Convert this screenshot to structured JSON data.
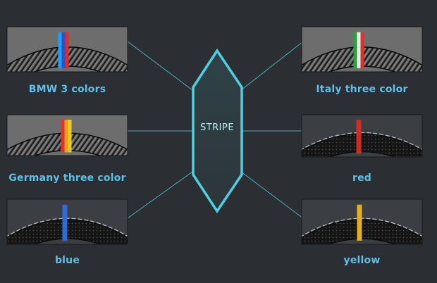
{
  "hub": {
    "label": "STRIPE"
  },
  "options": [
    {
      "id": "bmw",
      "label": "BMW 3 colors",
      "stripe_colors": [
        "#1fa3ff",
        "#2255d8",
        "#e62a25"
      ],
      "wheel_style": "carbon-weave"
    },
    {
      "id": "italy",
      "label": "Italy three color",
      "stripe_colors": [
        "#26a83b",
        "#f2f2f2",
        "#e23128"
      ],
      "wheel_style": "carbon-weave"
    },
    {
      "id": "germany",
      "label": "Germany three color",
      "stripe_colors": [
        "#e6332a",
        "#f0a21c",
        "#f6d21c"
      ],
      "wheel_style": "carbon-weave"
    },
    {
      "id": "red",
      "label": "red",
      "stripe_colors": [
        "#dd2a24"
      ],
      "wheel_style": "perforated-leather"
    },
    {
      "id": "blue",
      "label": "blue",
      "stripe_colors": [
        "#2f6ee0"
      ],
      "wheel_style": "perforated-leather"
    },
    {
      "id": "yellow",
      "label": "yellow",
      "stripe_colors": [
        "#f0b51c"
      ],
      "wheel_style": "perforated-leather"
    }
  ],
  "colors": {
    "background": "#2b2f33",
    "accent": "#4fd0e0",
    "label": "#5cc0ea"
  }
}
